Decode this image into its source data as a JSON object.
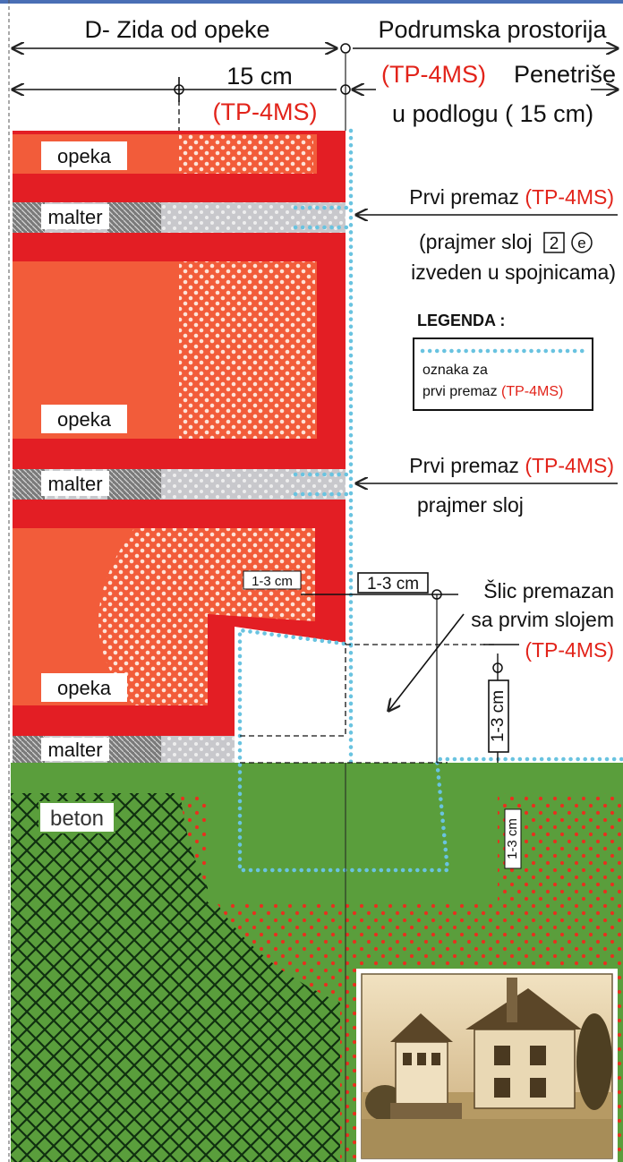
{
  "header": {
    "wall_title": "D- Zida od opeke",
    "room_title": "Podrumska prostorija",
    "thickness": "15 cm",
    "product_under_thickness": "(TP-4MS)",
    "penetrates_product": "(TP-4MS)",
    "penetrates_text": "Penetriše",
    "penetrates_depth": "u podlogu ( 15 cm)"
  },
  "labels": {
    "opeka": "opeka",
    "malter": "malter",
    "beton": "beton"
  },
  "callout_first_coat": {
    "line1_prefix": "Prvi premaz",
    "line1_product": "(TP-4MS)",
    "line2_prefix": "(prajmer sloj",
    "line2_box": "2",
    "line2_circle": "e",
    "line3": "izveden u spojnicama)"
  },
  "legend": {
    "title": "LEGENDA :",
    "line1": "oznaka za",
    "line2_prefix": "prvi premaz",
    "line2_product": "(TP-4MS)"
  },
  "callout_primer": {
    "line1_prefix": "Prvi premaz",
    "line1_product": "(TP-4MS)",
    "line2": "prajmer sloj"
  },
  "dimensions": {
    "small_label": "1-3 cm",
    "box_label": "1-3 cm",
    "vertical_box_label": "1-3 cm",
    "vertical_small_label": "1-3 cm"
  },
  "callout_slot": {
    "line1": "Šlic premazan",
    "line2": "sa prvim slojem",
    "line3": "(TP-4MS)"
  },
  "colors": {
    "brick_red": "#e31e24",
    "brick_orange": "#f25c3a",
    "product_red": "#e2231a",
    "concrete_green": "#5a9e3c",
    "primer_blue": "#69c3e0",
    "mortar_gray": "#c8c8cc"
  },
  "photo": {
    "icon": "house-photo-icon"
  }
}
